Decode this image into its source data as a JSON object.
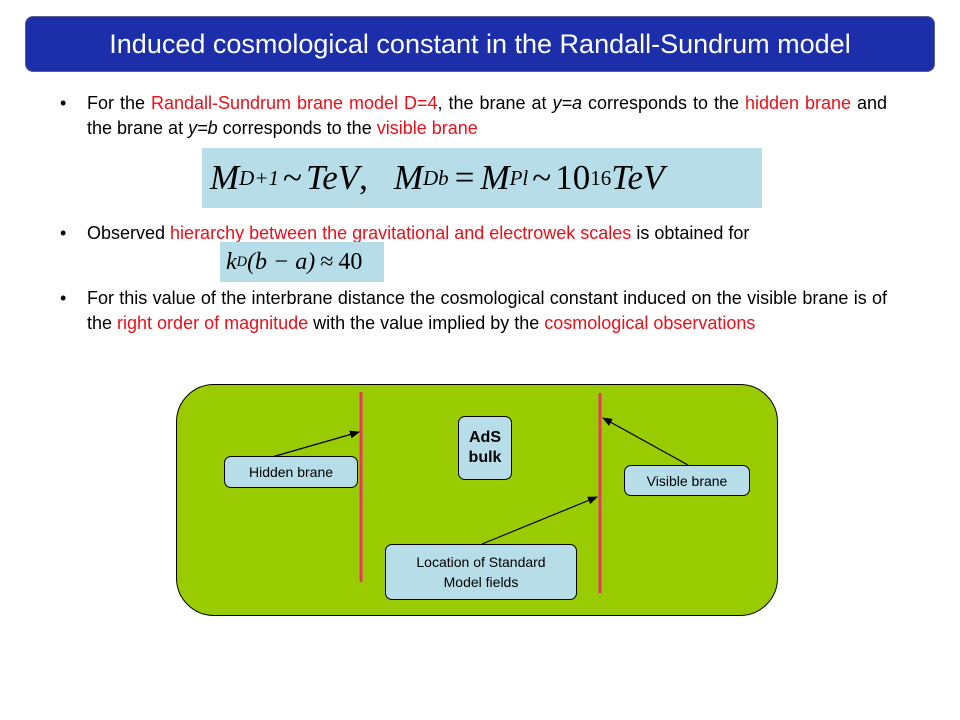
{
  "title": "Induced cosmological constant in the Randall-Sundrum model",
  "bullet_char": "•",
  "bullets": [
    {
      "parts": [
        "For the ",
        "Randall-Sundrum brane model D=4",
        ", the brane at ",
        "y=a",
        " corresponds to the ",
        "hidden brane",
        " and the brane at ",
        "y=b",
        " corresponds to the ",
        "visible brane"
      ]
    },
    {
      "parts": [
        "Observed ",
        "hierarchy between the gravitational and electrowek scales",
        " is obtained for"
      ]
    },
    {
      "parts": [
        "For this value of the interbrane distance the cosmological constant induced on the visible brane is of the ",
        "right order of magnitude",
        " with the value implied by the ",
        "cosmological observations"
      ]
    }
  ],
  "equation1": {
    "m": "M",
    "sub1": "D+1",
    "tilde": "~",
    "tev": "TeV",
    "comma": ",",
    "sub2": "Db",
    "eq": "=",
    "sub3": "Pl",
    "ten": "10",
    "exp": "16"
  },
  "equation2": {
    "k": "k",
    "sub": "D",
    "paren": "(b − a)",
    "approx": "≈",
    "value": "40"
  },
  "diagram": {
    "ads_line1": "AdS",
    "ads_line2": "bulk",
    "hidden_label": "Hidden brane",
    "visible_label": "Visible brane",
    "location_line1": "Location of Standard",
    "location_line2": "Model fields"
  },
  "colors": {
    "title_bg": "#1c2eaa",
    "highlight_red": "#e8101a",
    "equation_bg": "#b6dde8",
    "bulk_green": "#99cc00",
    "brane_line": "#ee3366"
  }
}
